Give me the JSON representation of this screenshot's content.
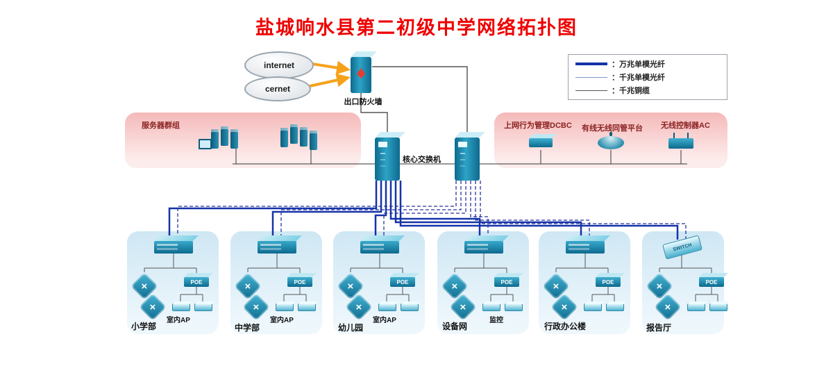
{
  "title": "盐城响水县第二初级中学网络拓扑图",
  "clouds": [
    {
      "label": "internet"
    },
    {
      "label": "cernet"
    }
  ],
  "firewall": {
    "label": "出口防火墙"
  },
  "core": {
    "label": "核心交换机"
  },
  "server_group": {
    "label": "服务器群组"
  },
  "legend": {
    "items": [
      {
        "label": "：万兆单模光纤",
        "style": "thick-blue"
      },
      {
        "label": "：千兆单模光纤",
        "style": "thin-blue"
      },
      {
        "label": "：千兆铜缆",
        "style": "thin-dark"
      }
    ]
  },
  "management": {
    "items": [
      {
        "label": "上网行为管理DCBC"
      },
      {
        "label": "有线无线同管平台"
      },
      {
        "label": "无线控制器AC"
      }
    ]
  },
  "devices": {
    "poe_label": "POE"
  },
  "groups": [
    {
      "label": "小学部",
      "sublabel": "室内AP"
    },
    {
      "label": "中学部",
      "sublabel": "室内AP"
    },
    {
      "label": "幼儿园",
      "sublabel": "室内AP"
    },
    {
      "label": "设备网",
      "sublabel": "监控"
    },
    {
      "label": "行政办公楼",
      "sublabel": ""
    },
    {
      "label": "报告厅",
      "sublabel": "",
      "device_label": "SWITCH"
    }
  ],
  "colors": {
    "accent_teal": "#1b84a6",
    "line_10g": "#1433a8",
    "line_1g_fiber": "#7d96c8",
    "line_1g_copper": "#555555",
    "title_red": "#ee0000",
    "panel_pink": "#f5b9b9",
    "panel_blue": "#cfe7f4"
  }
}
